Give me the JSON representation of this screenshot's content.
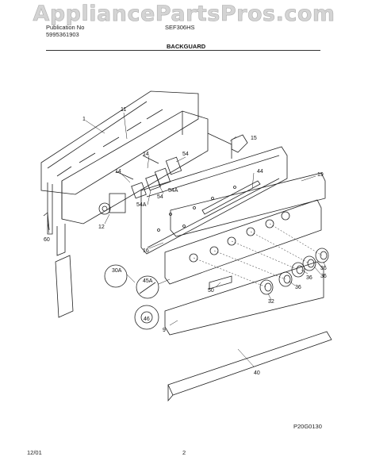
{
  "watermark": "AppliancePartsPros.com",
  "header": {
    "publication_label": "Publication No",
    "publication_no": "5995361903",
    "model": "SEF306HS",
    "section": "BACKGUARD"
  },
  "diagram_code": "P20G0130",
  "footer": {
    "date": "12/01",
    "page": "2"
  },
  "callouts": [
    "1",
    "11",
    "14",
    "54",
    "15",
    "14",
    "54",
    "44",
    "19",
    "54A",
    "54A",
    "12",
    "60",
    "16",
    "30A",
    "45A",
    "50",
    "36",
    "36",
    "36",
    "36",
    "32",
    "46",
    "9",
    "40"
  ]
}
